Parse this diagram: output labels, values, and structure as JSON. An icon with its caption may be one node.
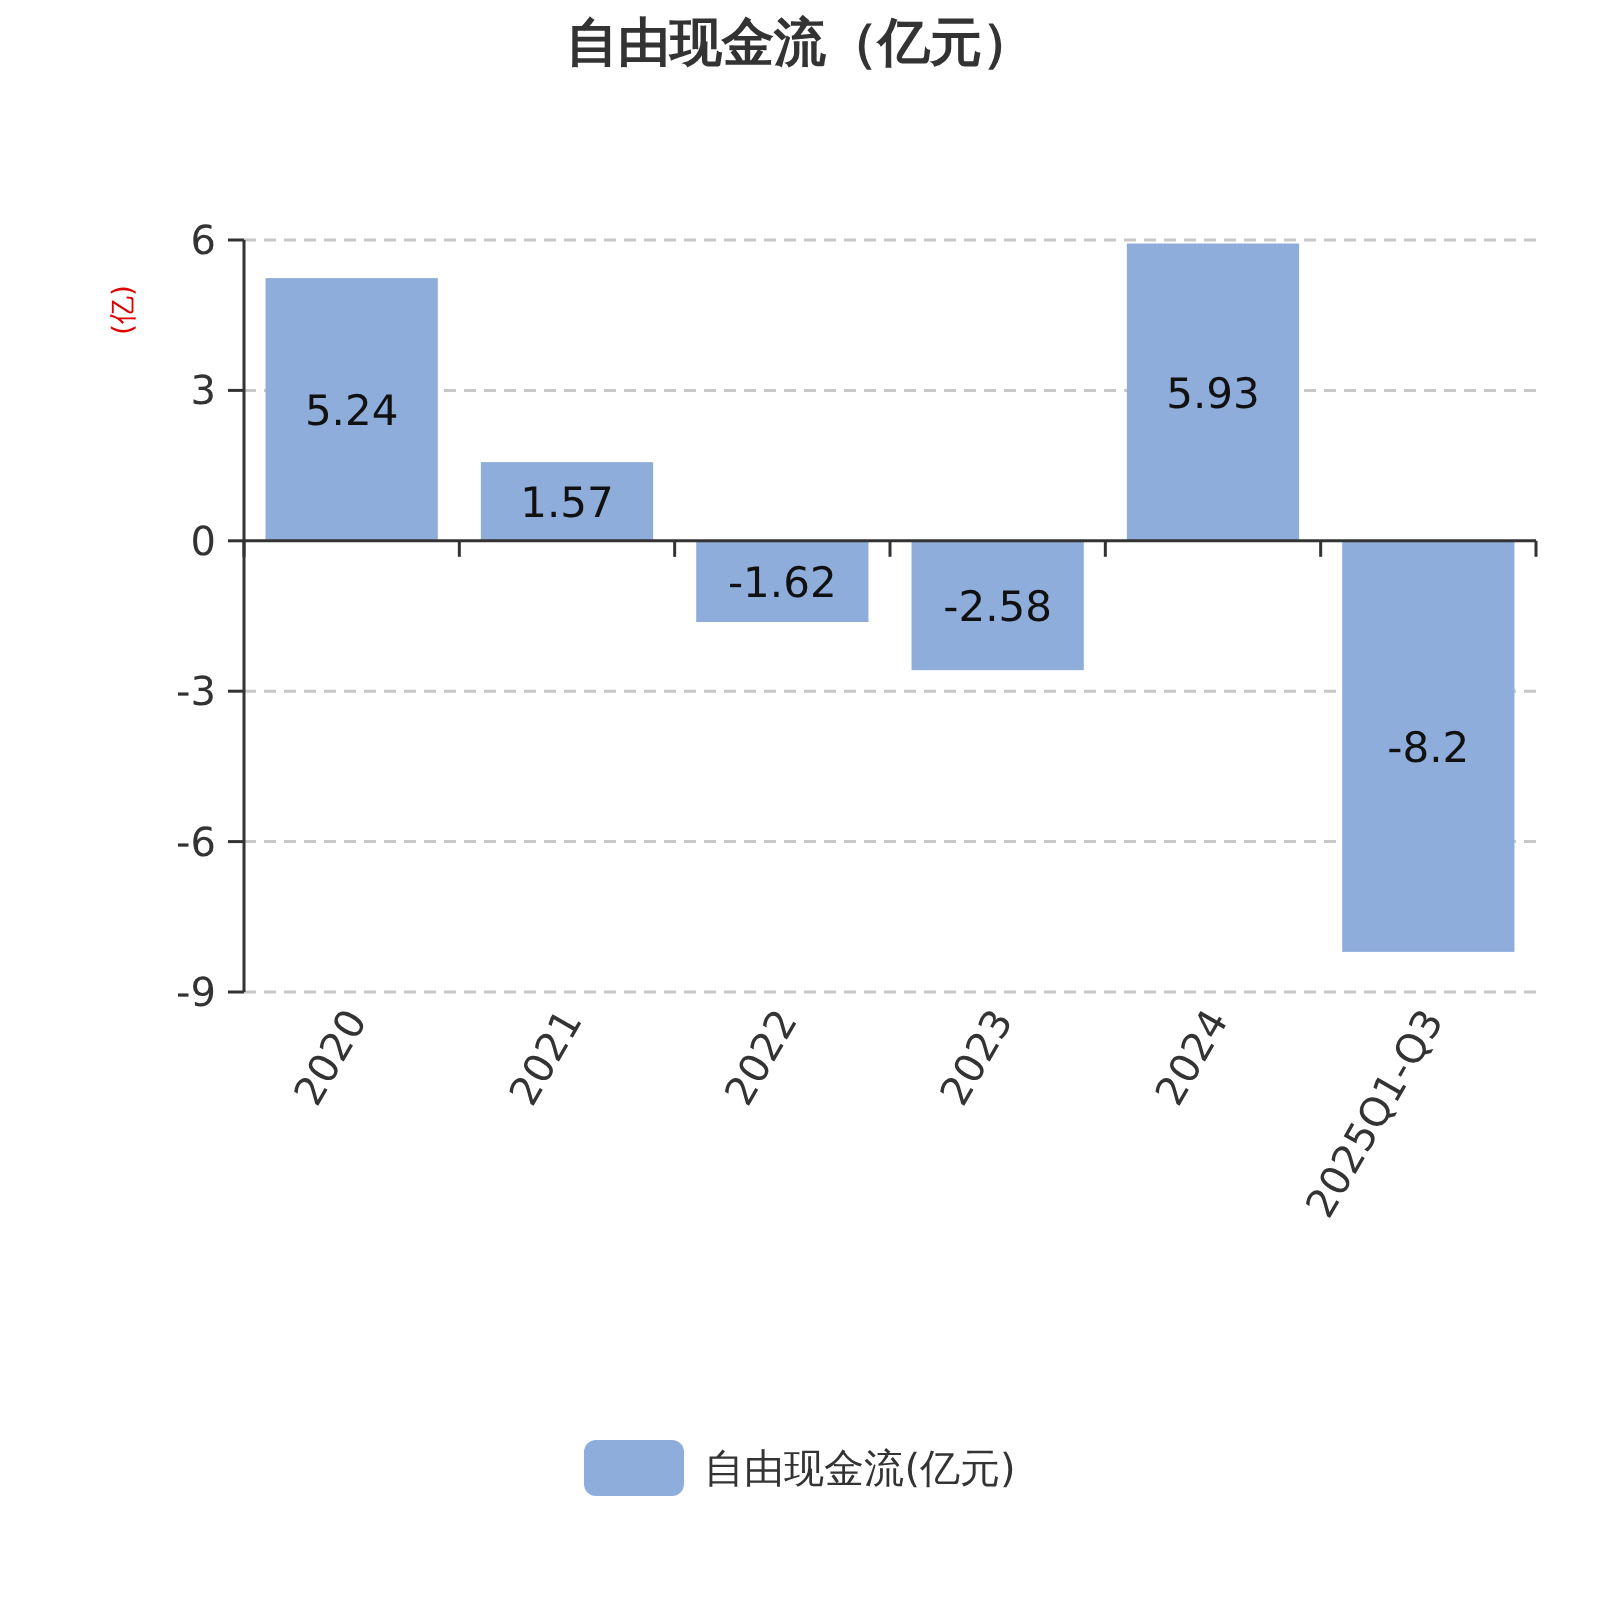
{
  "diagram": {
    "title": "自由现金流（亿元）",
    "chart_data": {
      "type": "bar",
      "ylabel": "(亿)",
      "grid": true,
      "categories": [
        "2020",
        "2021",
        "2022",
        "2023",
        "2024",
        "2025Q1-Q3"
      ],
      "series": [
        {
          "name": "自由现金流(亿元)",
          "color": "#8eaddb",
          "values": [
            5.24,
            1.57,
            -1.62,
            -2.58,
            5.93,
            -8.2
          ]
        }
      ],
      "ylim": [
        -9,
        6
      ],
      "yticks": [
        -9,
        -6,
        -3,
        0,
        3,
        6
      ],
      "data_labels": true
    }
  }
}
